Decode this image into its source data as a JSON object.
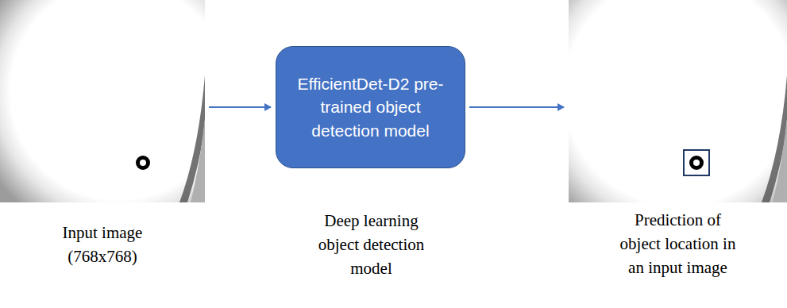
{
  "diagram": {
    "nodes": [
      {
        "text": [
          "Input image (768x768)"
        ]
      },
      {
        "text": [
          "EfficientDet-D2 pre-trained object detection model",
          "Deep learning object detection model"
        ]
      },
      {
        "text": [
          "Prediction of object location in an input image"
        ]
      }
    ],
    "edges": [
      {
        "from": 0,
        "to": 1,
        "arrow": "to"
      },
      {
        "from": 1,
        "to": 2,
        "arrow": "to"
      }
    ]
  }
}
